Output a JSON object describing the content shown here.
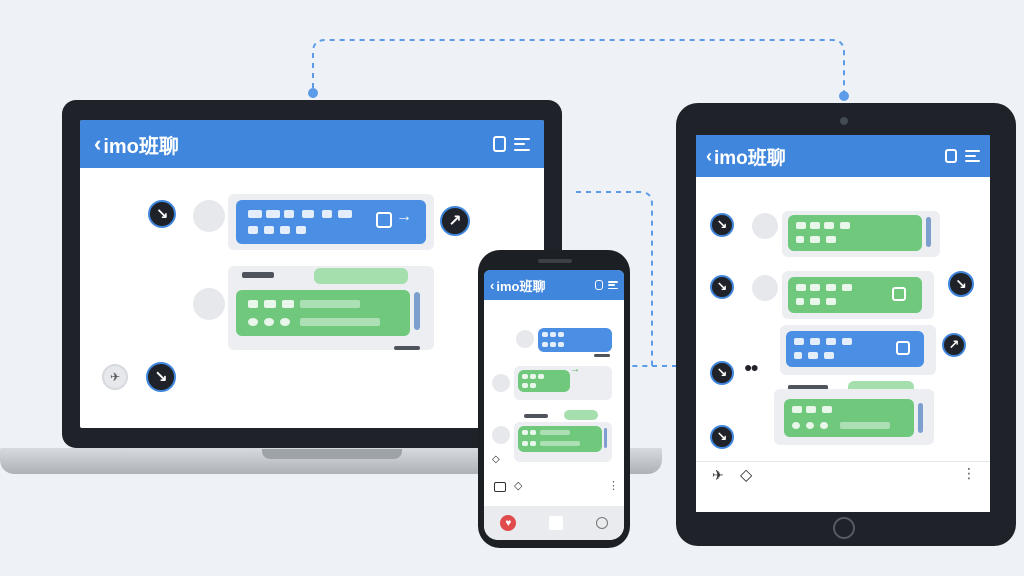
{
  "app": {
    "name": "imo班聊",
    "back_glyph": "‹",
    "brand_color": "#3f86dc",
    "bubble_blue": "#4a8fe3",
    "bubble_green": "#6fc87c"
  },
  "devices": [
    {
      "name": "laptop",
      "icons": [
        "back-icon",
        "bookmark-icon",
        "menu-icon",
        "sync-arrow-icon",
        "share-arrow-icon",
        "attach-icon"
      ]
    },
    {
      "name": "tablet",
      "icons": [
        "back-icon",
        "bookmark-icon",
        "menu-icon",
        "sync-arrow-icon",
        "more-dots-icon",
        "attach-icon",
        "sticker-icon"
      ]
    },
    {
      "name": "phone",
      "icons": [
        "back-icon",
        "bookmark-icon",
        "menu-icon",
        "heart-icon",
        "home-icon",
        "back-nav-icon"
      ]
    }
  ],
  "glyphs": {
    "arrow_down": "↘",
    "arrow_up": "↗",
    "arrow_right": "→",
    "arrow_back": "‹",
    "dots": "●●",
    "more_vert": "⋮",
    "heart": "♥",
    "diamond": "◇",
    "plane": "✈"
  }
}
